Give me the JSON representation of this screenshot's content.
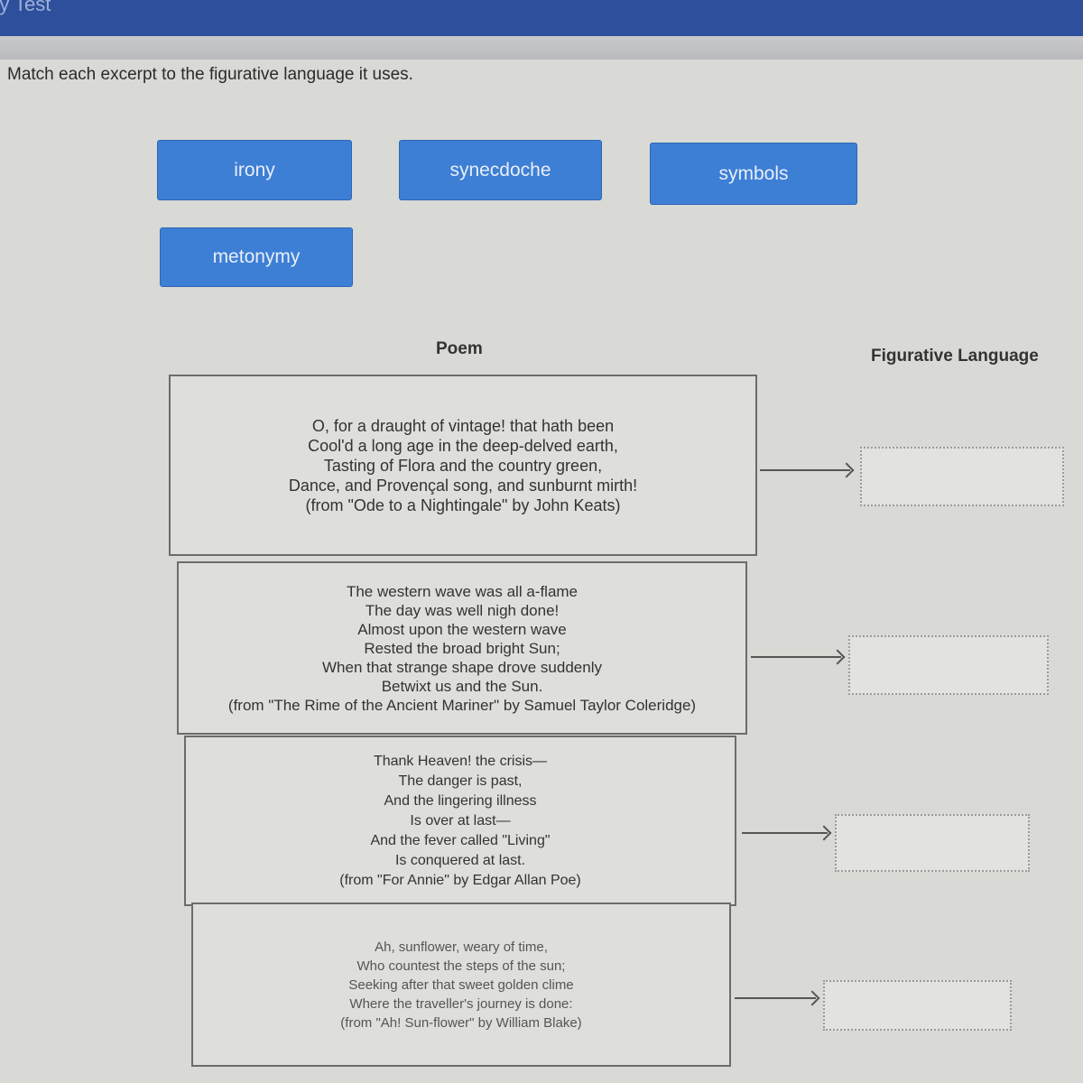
{
  "header": {
    "title": "ry Test"
  },
  "prompt": "Match each excerpt to the figurative language it uses.",
  "options": [
    "irony",
    "synecdoche",
    "symbols",
    "metonymy"
  ],
  "columns": {
    "poem": "Poem",
    "figurative": "Figurative Language"
  },
  "poems": [
    {
      "lines": [
        "O, for a draught of vintage! that hath been",
        "Cool'd a long age in the deep-delved earth,",
        "Tasting of Flora and the country green,",
        "Dance, and Provençal song, and sunburnt mirth!",
        "(from \"Ode to a Nightingale\" by John Keats)"
      ]
    },
    {
      "lines": [
        "The western wave was all a-flame",
        "The day was well nigh done!",
        "Almost upon the western wave",
        "Rested the broad bright Sun;",
        "When that strange shape drove suddenly",
        "Betwixt us and the Sun.",
        "(from \"The Rime of the Ancient Mariner\" by Samuel Taylor Coleridge)"
      ]
    },
    {
      "lines": [
        "Thank Heaven! the crisis—",
        "The danger is past,",
        "And the lingering illness",
        "Is over at last—",
        "And the fever called \"Living\"",
        "Is conquered at last.",
        "(from \"For Annie\" by Edgar Allan Poe)"
      ]
    },
    {
      "lines": [
        "Ah, sunflower, weary of time,",
        "Who countest the steps of the sun;",
        "Seeking after that sweet golden clime",
        "Where the traveller's journey is done:",
        "(from \"Ah! Sun-flower\" by William Blake)"
      ]
    }
  ]
}
